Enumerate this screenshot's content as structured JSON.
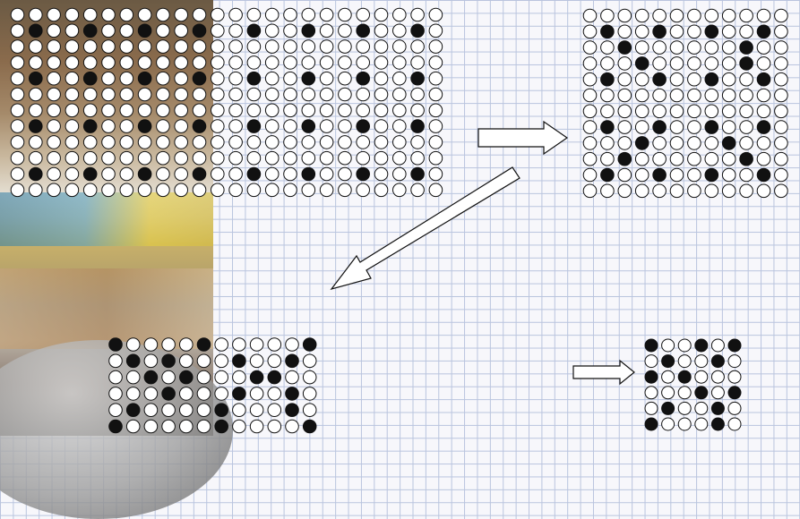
{
  "colors": {
    "grid_line": "#b9c4de",
    "paper": "#f7f7fb",
    "dot_filled": "#111111",
    "dot_empty": "#ffffff"
  },
  "panels": [
    {
      "id": "source-pattern",
      "rows": [
        "000000000000000000000000",
        "010010010010010010010010",
        "000000000000000000000000",
        "000000000000000000000000",
        "010010010010010010010010",
        "000000000000000000000000",
        "000000000000000000000000",
        "010010010010010010010010",
        "000000000000000000000000",
        "000000000000000000000000",
        "010010010010010010010010",
        "000000000000000000000000"
      ]
    },
    {
      "id": "result-top-right",
      "rows": [
        "000000000000",
        "010010010010",
        "001000000100",
        "000100000100",
        "010010010010",
        "000000000000",
        "000000000000",
        "010010010010",
        "000100001000",
        "001000000100",
        "010010010010",
        "000000000000"
      ]
    },
    {
      "id": "result-bottom-left",
      "rows": [
        "100001000001",
        "010100010010",
        "001010001100",
        "000100010010",
        "010000100010",
        "100000100001"
      ]
    },
    {
      "id": "result-bottom-right",
      "rows": [
        "100101",
        "010010",
        "101000",
        "000101",
        "010010",
        "100010"
      ]
    }
  ],
  "arrows": [
    {
      "id": "arrow-right-top",
      "direction": "right"
    },
    {
      "id": "arrow-down-left",
      "direction": "down-left"
    },
    {
      "id": "arrow-right-bottom",
      "direction": "right"
    }
  ]
}
